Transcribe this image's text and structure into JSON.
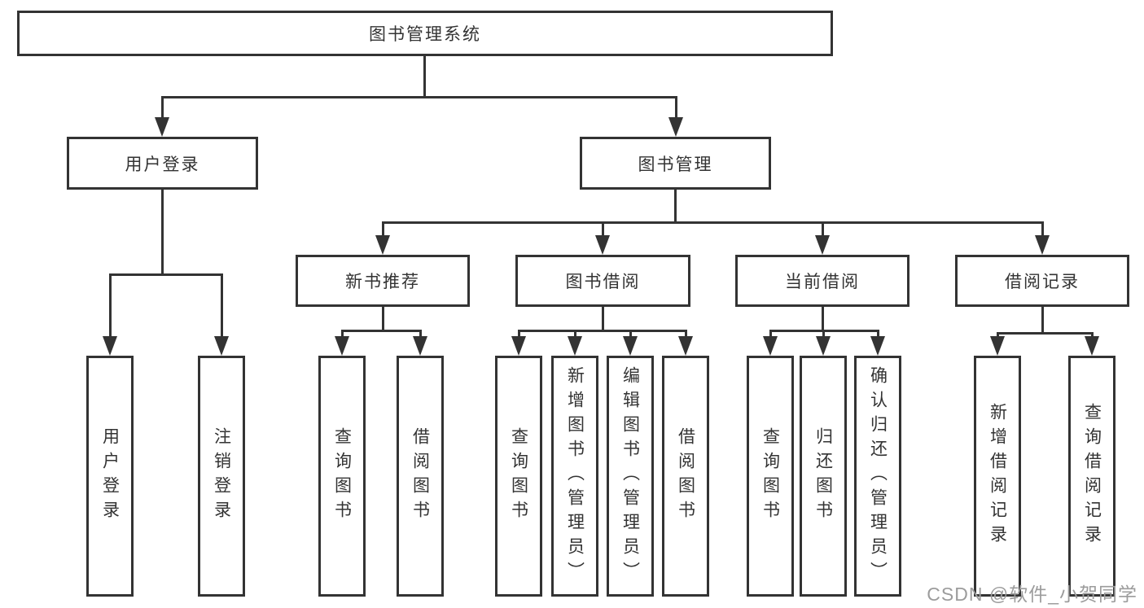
{
  "tree": {
    "root": "图书管理系统",
    "branches": [
      {
        "label": "用户登录",
        "children": [
          "用户登录",
          "注销登录"
        ]
      },
      {
        "label": "图书管理",
        "sections": [
          {
            "label": "新书推荐",
            "children": [
              "查询图书",
              "借阅图书"
            ]
          },
          {
            "label": "图书借阅",
            "children": [
              "查询图书",
              "新增图书（管理员）",
              "编辑图书（管理员）",
              "借阅图书"
            ]
          },
          {
            "label": "当前借阅",
            "children": [
              "查询图书",
              "归还图书",
              "确认归还（管理员）"
            ]
          },
          {
            "label": "借阅记录",
            "children": [
              "新增借阅记录",
              "查询借阅记录"
            ]
          }
        ]
      }
    ]
  },
  "watermark": {
    "text": "CSDN @软件_小贺同学",
    "color": "#9c9c9c"
  },
  "colors": {
    "line": "#333333",
    "box_background": "#ffffff",
    "text": "#333333"
  }
}
